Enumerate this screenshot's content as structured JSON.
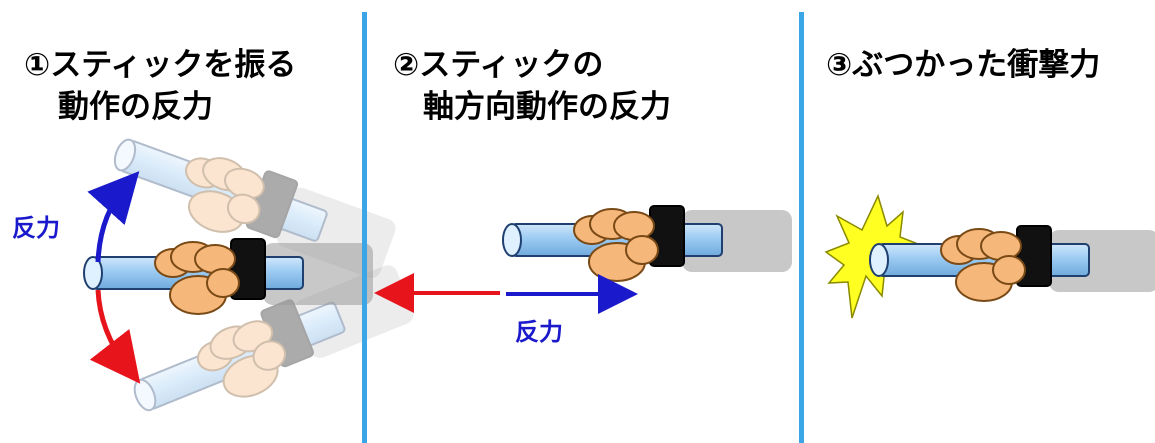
{
  "panels": [
    {
      "title_line1": "①スティックを振る",
      "title_line2": "動作の反力",
      "reaction_label": "反力"
    },
    {
      "title_line1": "②スティックの",
      "title_line2": "軸方向動作の反力",
      "reaction_label": "反力"
    },
    {
      "title_line1": "③ぶつかった衝撃力"
    }
  ],
  "colors": {
    "divider": "#3aa6e8",
    "reaction_arrow": "#1a1acc",
    "action_arrow": "#e8141c",
    "stick": "#9ccbf2",
    "hand": "#f6b77b",
    "wristband": "#111111",
    "impact_star": "#ffff22"
  }
}
